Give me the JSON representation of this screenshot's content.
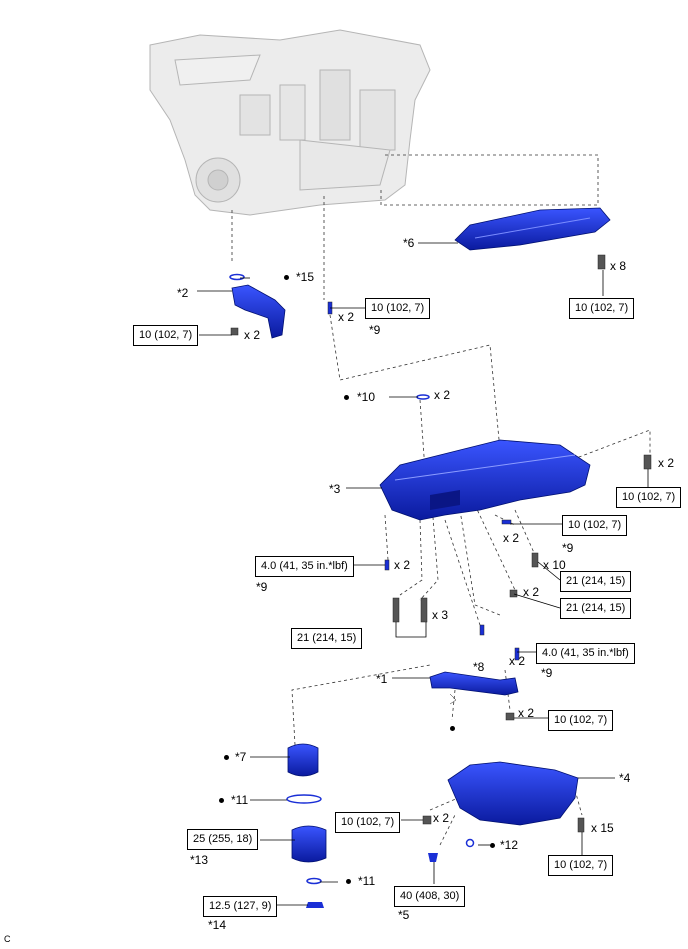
{
  "callouts": {
    "p1": "*1",
    "p2": "*2",
    "p3": "*3",
    "p4": "*4",
    "p5": "*5",
    "p6": "*6",
    "p7": "*7",
    "p8": "*8",
    "p9a": "*9",
    "p9b": "*9",
    "p9c": "*9",
    "p9d": "*9",
    "p10": "*10",
    "p11a": "*11",
    "p11b": "*11",
    "p12": "*12",
    "p13": "*13",
    "p14": "*14",
    "p15": "*15"
  },
  "quantities": {
    "q_pipe": "x 2",
    "q_bracket": "x 2",
    "q_baffle": "x 8",
    "q_oring10": "x 2",
    "q_right": "x 2",
    "q_bolt9_right": "x 2",
    "q_bolt9_left": "x 2",
    "q_x10": "x 10",
    "q_nut": "x 2",
    "q_bolt3": "x 3",
    "q_bolt9_lower": "x 2",
    "q_bolt_pipe": "x 2",
    "q_pan_left": "x 2",
    "q_pan_right": "x 15"
  },
  "torques": {
    "t_pipe": "10 (102, 7)",
    "t_baffle": "10 (102, 7)",
    "t_bracket": "10 (102, 7)",
    "t_right": "10 (102, 7)",
    "t_center": "10 (102, 7)",
    "t_stud_left": "4.0 (41, 35 in.*lbf)",
    "t_21a": "21 (214, 15)",
    "t_21b": "21 (214, 15)",
    "t_21c": "21 (214, 15)",
    "t_stud_lower": "4.0 (41, 35 in.*lbf)",
    "t_strainer": "10 (102, 7)",
    "t_pan_left": "10 (102, 7)",
    "t_pan_right": "10 (102, 7)",
    "t_plug": "40 (408, 30)",
    "t_filter": "25 (255, 18)",
    "t_drain": "12.5 (127, 9)"
  },
  "corner_mark": "C",
  "colors": {
    "part_blue": "#1a2fd6",
    "part_dark": "#0b1a8a",
    "engine_gray": "#c9c9c9"
  }
}
